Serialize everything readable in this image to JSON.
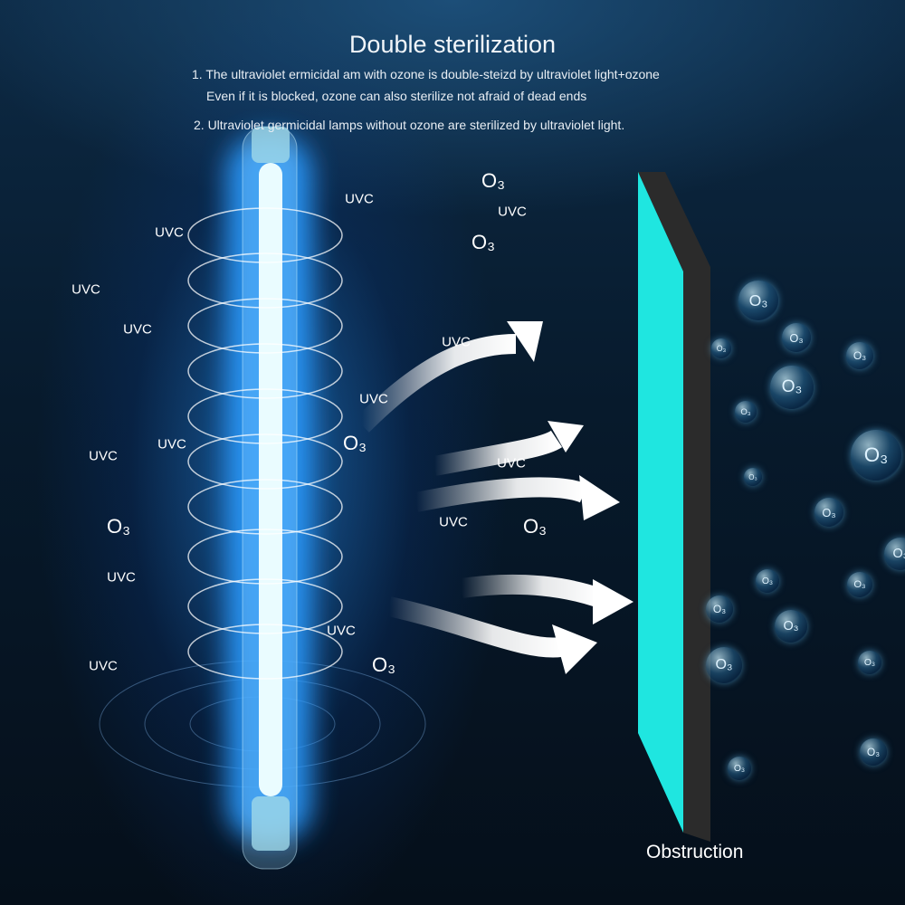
{
  "heading": {
    "title": "Double sterilization",
    "line1": "1. The ultraviolet ermicidal am with ozone is double-steizd by ultraviolet light+ozone",
    "line2": "Even if it is blocked, ozone can also sterilize not afraid of dead ends",
    "line3": "2. Ultraviolet germicidal lamps without ozone are sterilized by ultraviolet light."
  },
  "labels": {
    "uvc": "UVC",
    "o3": "O₃"
  },
  "obstruction_label": "Obstruction",
  "colors": {
    "lamp_glow": "#2a9bff",
    "panel_face": "#1fe6e0",
    "panel_side": "#2b2b2b",
    "background": "#07121f"
  }
}
